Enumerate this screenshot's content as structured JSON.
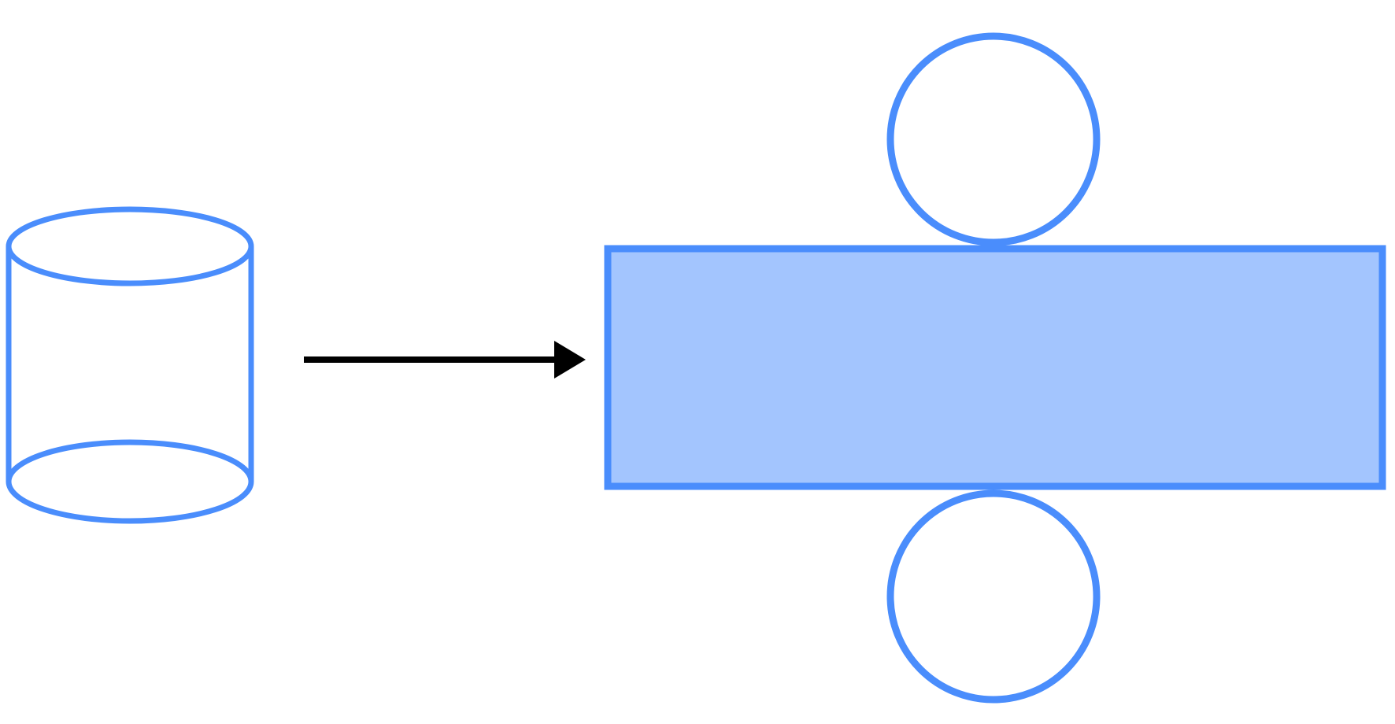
{
  "diagram": {
    "colors": {
      "outline": "#4a8dfc",
      "fill": "#a3c5fe",
      "arrow": "#000000",
      "background": "#ffffff"
    },
    "nodes": [
      {
        "id": "cylinder",
        "shape": "cylinder"
      },
      {
        "id": "top-circle",
        "shape": "circle"
      },
      {
        "id": "lateral-rectangle",
        "shape": "rectangle"
      },
      {
        "id": "bottom-circle",
        "shape": "circle"
      }
    ],
    "edges": [
      {
        "from": "cylinder",
        "to": "lateral-rectangle",
        "style": "arrow"
      }
    ]
  }
}
